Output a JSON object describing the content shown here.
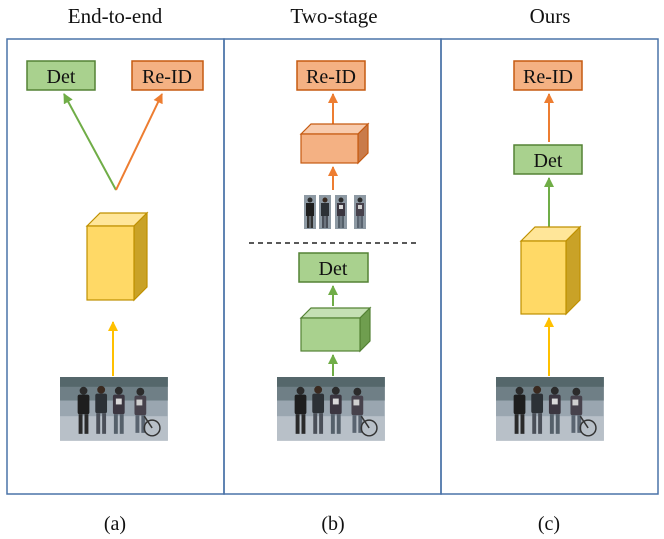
{
  "panels": [
    {
      "title": "End-to-end",
      "caption": "(a)",
      "det_label": "Det",
      "reid_label": "Re-ID"
    },
    {
      "title": "Two-stage",
      "caption": "(b)",
      "det_label": "Det",
      "reid_label": "Re-ID"
    },
    {
      "title": "Ours",
      "caption": "(c)",
      "det_label": "Det",
      "reid_label": "Re-ID"
    }
  ],
  "colors": {
    "panel_border": "#4a73a8",
    "det_fill": "#a9d18e",
    "det_border": "#548235",
    "reid_fill": "#f4b183",
    "reid_border": "#c55a11",
    "backbone_fill": "#ffd966",
    "backbone_border": "#bf9000",
    "arrow_green": "#70ad47",
    "arrow_orange": "#ed7d31",
    "arrow_yellow": "#ffc000"
  }
}
